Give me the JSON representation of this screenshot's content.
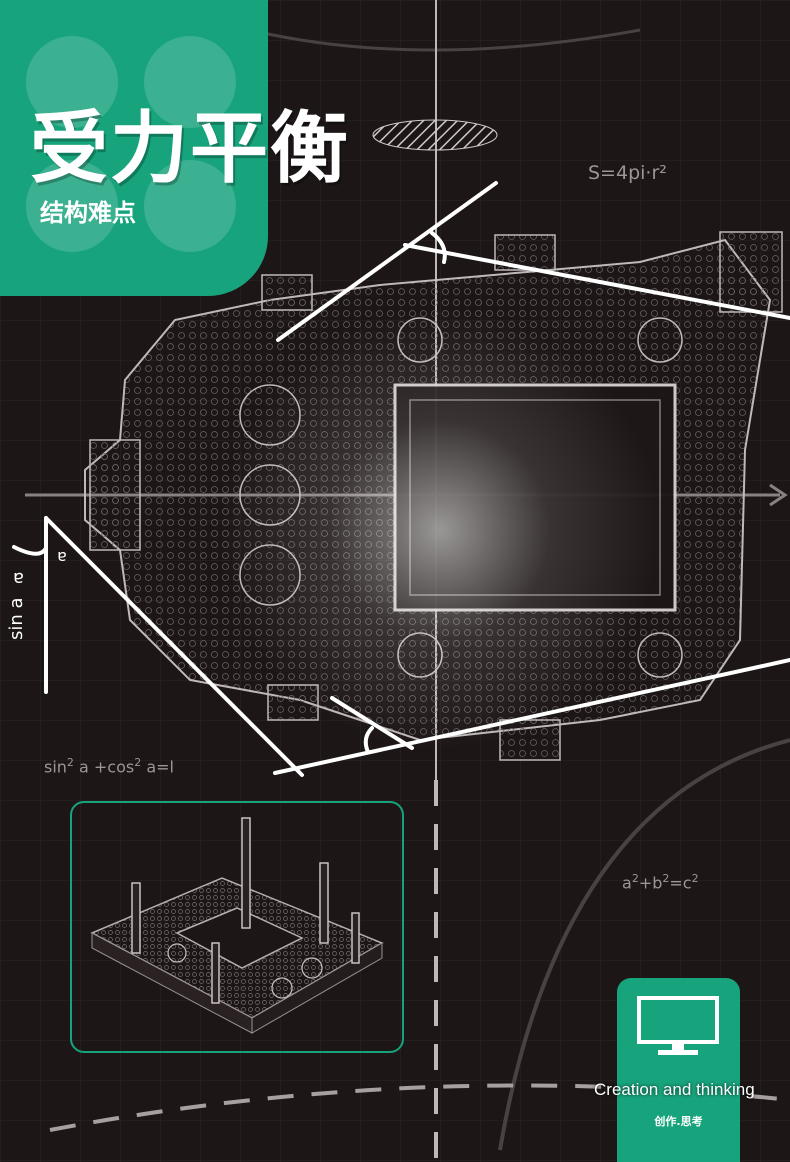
{
  "header": {
    "title": "受力平衡",
    "subtitle": "结构难点"
  },
  "formulas": {
    "sphere_area": "S=4pi·r²",
    "sin_a": "sin a",
    "trig_identity_a": "sin",
    "trig_identity_b": " a +cos",
    "trig_identity_c": " a=l",
    "sup_two": "2",
    "pythagoras_a": "a",
    "pythagoras_b": "+b",
    "pythagoras_c": "=c",
    "greek_label": "a"
  },
  "badge": {
    "icon": "monitor-icon",
    "label_en": "Creation and thinking",
    "label_cn": "创作.思考"
  },
  "colors": {
    "accent": "#17a37c",
    "background": "#1d1616",
    "line": "#ffffff"
  }
}
